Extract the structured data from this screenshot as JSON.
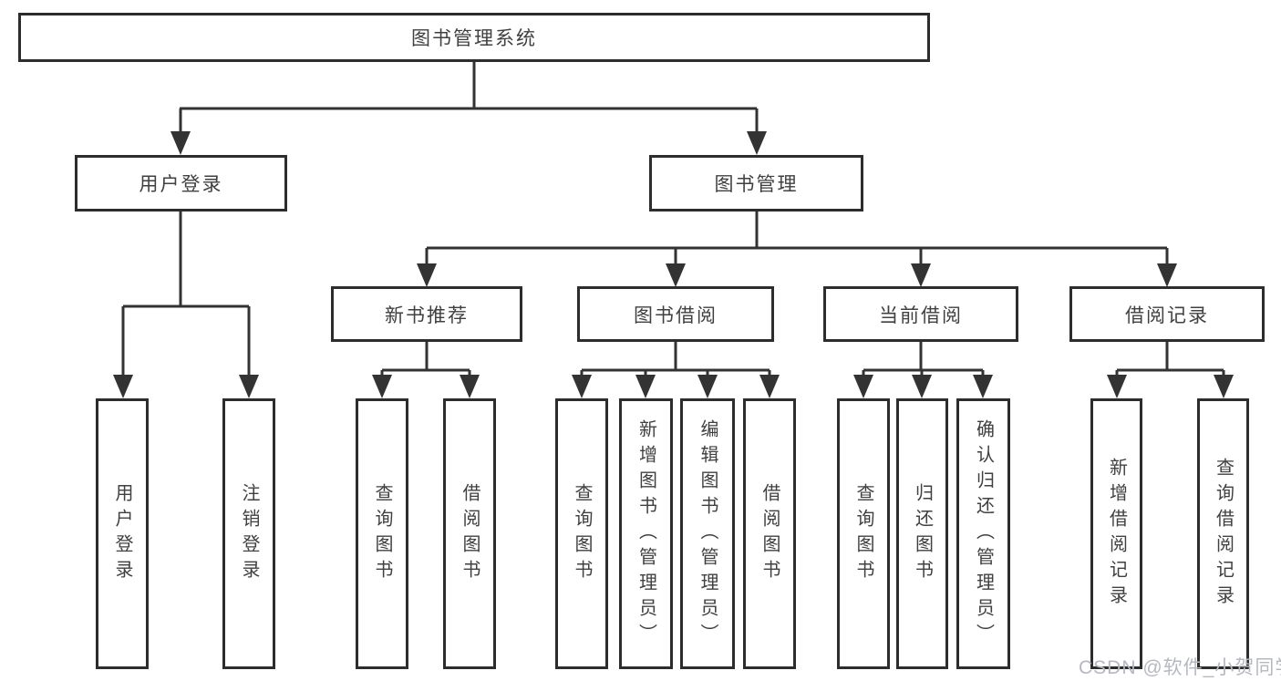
{
  "nodes": {
    "root": "图书管理系统",
    "user_login": "用户登录",
    "book_mgmt": "图书管理",
    "new_book_rec": "新书推荐",
    "book_borrow": "图书借阅",
    "current_borrow": "当前借阅",
    "borrow_record": "借阅记录",
    "leaf_user_login": "用户登录",
    "leaf_logout": "注销登录",
    "leaf_rec_query_book": "查询图书",
    "leaf_rec_borrow_book": "借阅图书",
    "leaf_bb_query_book": "查询图书",
    "leaf_bb_add_book": "新增图书（管理员）",
    "leaf_bb_edit_book": "编辑图书（管理员）",
    "leaf_bb_borrow_book": "借阅图书",
    "leaf_cb_query_book": "查询图书",
    "leaf_cb_return_book": "归还图书",
    "leaf_cb_confirm_return": "确认归还（管理员）",
    "leaf_br_add_record": "新增借阅记录",
    "leaf_br_query_record": "查询借阅记录"
  },
  "watermark": "CSDN @软件_小贺同学",
  "colors": {
    "line": "#333333",
    "border": "#2d2d2d",
    "text": "#404040",
    "watermark": "#b5b9bf",
    "background": "#ffffff"
  }
}
